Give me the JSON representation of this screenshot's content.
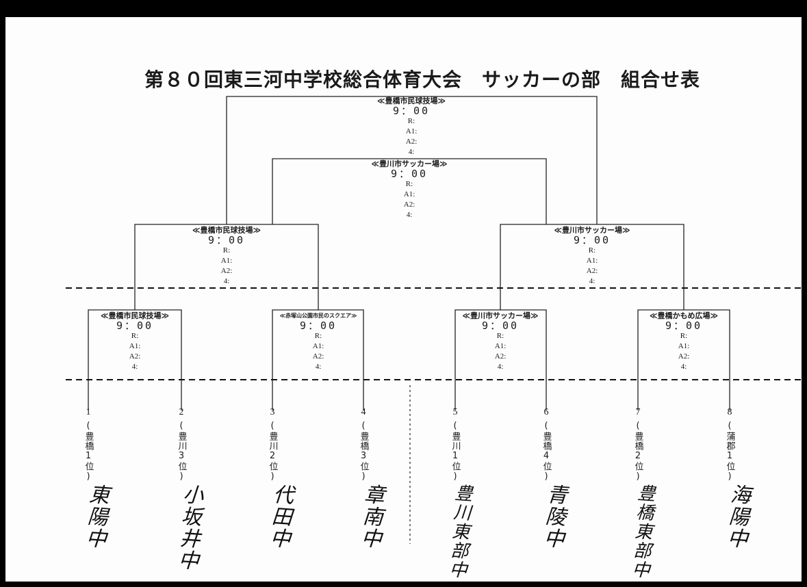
{
  "title": "第８０回東三河中学校総合体育大会　サッカーの部　組合せ表",
  "time": "9：00",
  "roles": [
    "R:",
    "A1:",
    "A2:",
    "4:"
  ],
  "matches": {
    "final": {
      "venue": "≪豊橋市民球技場≫"
    },
    "third_place": {
      "venue": "≪豊川市サッカー場≫"
    },
    "semi_left": {
      "venue": "≪豊橋市民球技場≫"
    },
    "semi_right": {
      "venue": "≪豊川市サッカー場≫"
    },
    "qf1": {
      "venue": "≪豊橋市民球技場≫"
    },
    "qf2": {
      "venue": "≪赤塚山公園市民のスクエア≫"
    },
    "qf3": {
      "venue": "≪豊川市サッカー場≫"
    },
    "qf4": {
      "venue": "≪豊橋かもめ広場≫"
    }
  },
  "teams": [
    {
      "seed": "1",
      "qualifier": "(豊橋1位)",
      "school": "東陽中"
    },
    {
      "seed": "2",
      "qualifier": "(豊川3位)",
      "school": "小坂井中"
    },
    {
      "seed": "3",
      "qualifier": "(豊川2位)",
      "school": "代田中"
    },
    {
      "seed": "4",
      "qualifier": "(豊橋3位)",
      "school": "章南中"
    },
    {
      "seed": "5",
      "qualifier": "(豊川1位)",
      "school": "豊川東部中"
    },
    {
      "seed": "6",
      "qualifier": "(豊橋4位)",
      "school": "青陵中"
    },
    {
      "seed": "7",
      "qualifier": "(豊橋2位)",
      "school": "豊橋東部中"
    },
    {
      "seed": "8",
      "qualifier": "(蒲郡1位)",
      "school": "海陽中"
    }
  ]
}
